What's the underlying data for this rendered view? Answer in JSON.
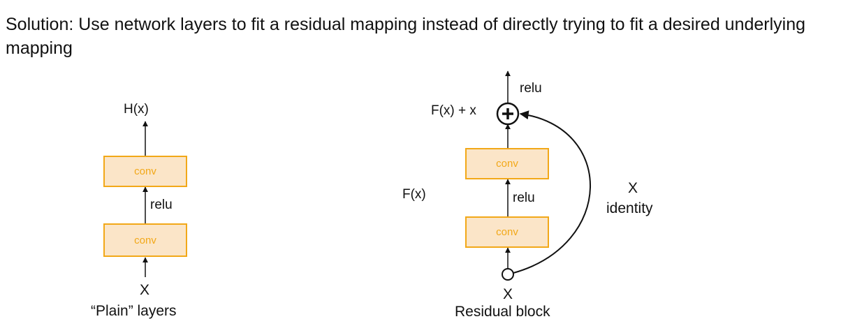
{
  "heading": "Solution: Use network layers to fit a residual mapping instead of directly trying to fit a desired underlying mapping",
  "plain": {
    "output_label": "H(x)",
    "top_layer_label": "conv",
    "activation_label": "relu",
    "bottom_layer_label": "conv",
    "input_label": "X",
    "caption": "“Plain” layers"
  },
  "residual": {
    "output_activation_label": "relu",
    "sum_label": "F(x) + x",
    "top_layer_label": "conv",
    "branch_label": "F(x)",
    "activation_label": "relu",
    "bottom_layer_label": "conv",
    "input_label": "X",
    "caption": "Residual block",
    "shortcut_label": "X",
    "shortcut_sublabel": "identity"
  },
  "colors": {
    "box_fill": "#fbe5c8",
    "box_border": "#f2a818",
    "box_text": "#f2a818",
    "line": "#111111"
  }
}
